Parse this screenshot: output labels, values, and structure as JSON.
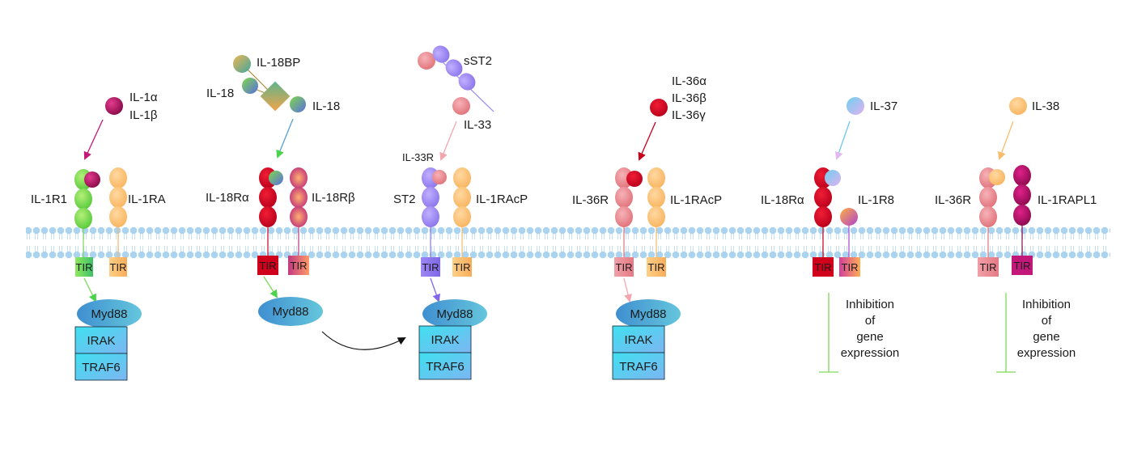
{
  "ligands": {
    "il1a": "IL-1α",
    "il1b": "IL-1β",
    "il18bp": "IL-18BP",
    "il18_left": "IL-18",
    "il18_right": "IL-18",
    "sst2": "sST2",
    "il33": "IL-33",
    "il36a": "IL-36α",
    "il36b": "IL-36β",
    "il36g": "IL-36γ",
    "il37": "IL-37",
    "il38": "IL-38"
  },
  "receptors": {
    "il1r1": "IL-1R1",
    "il1ra": "IL-1RA",
    "il18ra": "IL-18Rα",
    "il18rb": "IL-18Rβ",
    "il33r": "IL-33R",
    "st2": "ST2",
    "il1racp_1": "IL-1RAcP",
    "il36r": "IL-36R",
    "il1racp_2": "IL-1RAcP",
    "il18ra_2": "IL-18Rα",
    "il1r8": "IL-1R8",
    "il36r_2": "IL-36R",
    "il1rapl1": "IL-1RAPL1"
  },
  "tir_label": "TIR",
  "adaptors": {
    "myd88": "Myd88",
    "irak": "IRAK",
    "traf6": "TRAF6"
  },
  "inhibition": {
    "line1": "Inhibition",
    "line2": "of",
    "line3": "gene",
    "line4": "expression"
  },
  "colors": {
    "membrane": "#a9d3ef",
    "il1r1": "#7ed957",
    "il1ra": "#ffc77f",
    "il18ra": "#d4001f",
    "il18rb": "#c2347a",
    "st2": "#9b87f0",
    "il1racp": "#ffbf75",
    "il36r": "#e9838e",
    "myd88": "#4fa6d8",
    "irak": "#4ad6f0"
  }
}
